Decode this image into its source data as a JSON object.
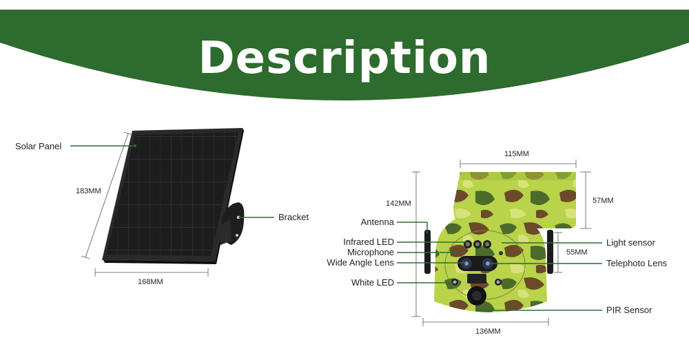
{
  "header": {
    "title": "Description",
    "banner_color": "#2e6b2e"
  },
  "solar_panel": {
    "label": "Solar Panel",
    "bracket_label": "Bracket",
    "height_dim": "183MM",
    "width_dim": "168MM"
  },
  "camera": {
    "top_width_dim": "115MM",
    "total_height_dim": "142MM",
    "top_height_dim": "57MM",
    "lens_height_dim": "55MM",
    "bottom_width_dim": "136MM",
    "left_labels": {
      "antenna": "Antenna",
      "infrared_led": "Infrared LED",
      "microphone": "Microphone",
      "wide_angle_lens": "Wide Angle Lens",
      "white_led": "White LED"
    },
    "right_labels": {
      "light_sensor": "Light sensor",
      "telephoto_lens": "Telephoto Lens",
      "pir_sensor": "PIR Sensor"
    }
  },
  "colors": {
    "accent_green": "#2e6b2e",
    "camo_light": "#b9d34a",
    "camo_dark": "#4c6b2a",
    "camo_brown": "#6b4a2a"
  }
}
